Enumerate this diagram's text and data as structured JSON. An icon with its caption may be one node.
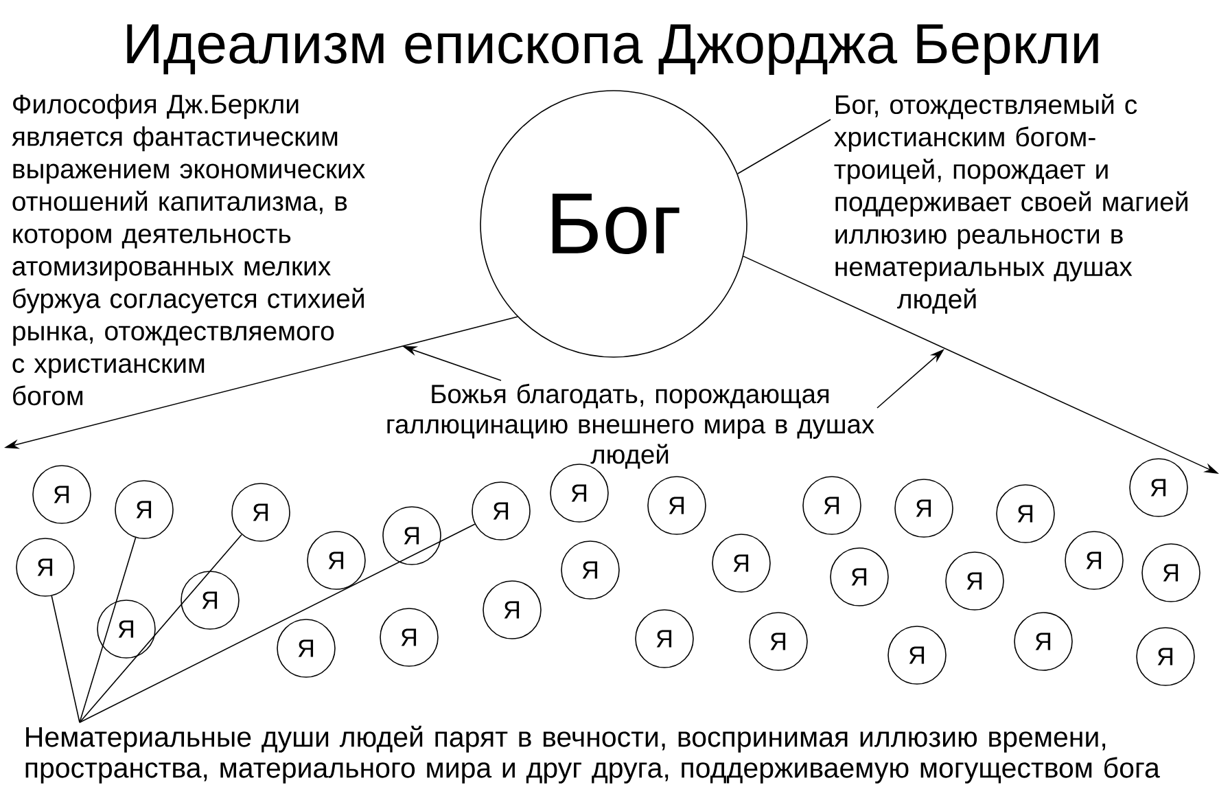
{
  "diagram": {
    "title": "Идеализм епископа Джорджа Беркли",
    "nodes": [
      {
        "text": [
          "Бог"
        ]
      },
      {
        "text": [
          "Бог, отождествляемый с христианским богом-троицей, порождает и поддерживает своей магией иллюзию реальности в нематериальных душах людей"
        ]
      },
      {
        "text": [
          "Божья благодать, порождающая галлюцинацию внешнего мира в душах людей"
        ]
      },
      {
        "text": [
          "Я"
        ]
      },
      {
        "text": [
          "Я"
        ]
      },
      {
        "text": [
          "Я"
        ]
      },
      {
        "text": [
          "Я"
        ]
      },
      {
        "text": [
          "Я"
        ]
      },
      {
        "text": [
          "Я"
        ]
      },
      {
        "text": [
          "Я"
        ]
      },
      {
        "text": [
          "Я"
        ]
      },
      {
        "text": [
          "Я"
        ]
      },
      {
        "text": [
          "Я"
        ]
      },
      {
        "text": [
          "Я"
        ]
      },
      {
        "text": [
          "Я"
        ]
      },
      {
        "text": [
          "Я"
        ]
      },
      {
        "text": [
          "Я"
        ]
      },
      {
        "text": [
          "Я"
        ]
      },
      {
        "text": [
          "Я"
        ]
      },
      {
        "text": [
          "Я"
        ]
      },
      {
        "text": [
          "Я"
        ]
      },
      {
        "text": [
          "Я"
        ]
      },
      {
        "text": [
          "Я"
        ]
      },
      {
        "text": [
          "Я"
        ]
      },
      {
        "text": [
          "Я"
        ]
      },
      {
        "text": [
          "Я"
        ]
      },
      {
        "text": [
          "Я"
        ]
      },
      {
        "text": [
          "Я"
        ]
      },
      {
        "text": [
          "Я"
        ]
      },
      {
        "text": [
          "Я"
        ]
      },
      {
        "text": [
          "Я"
        ]
      },
      {
        "text": [
          "Я"
        ]
      },
      {
        "text": [
          "Нематериальные души людей парят в вечности, воспринимая иллюзию времени, пространства, материального мира и друг друга, поддерживаемую могуществом бога"
        ]
      }
    ],
    "edges": [
      {
        "from": 1,
        "to": 0,
        "arrow": "none"
      },
      {
        "from": 0,
        "to": null,
        "arrow": "to"
      },
      {
        "from": 0,
        "to": null,
        "arrow": "to"
      },
      {
        "from": 2,
        "to": null,
        "arrow": "to"
      },
      {
        "from": 2,
        "to": null,
        "arrow": "to"
      },
      {
        "from": 32,
        "to": 3,
        "arrow": "none"
      },
      {
        "from": 32,
        "to": 6,
        "arrow": "none"
      },
      {
        "from": 32,
        "to": 8,
        "arrow": "none"
      },
      {
        "from": 32,
        "to": 13,
        "arrow": "none"
      }
    ],
    "labels": [
      "Философия Дж.Беркли является фантастическим выражением экономических отношений капитализма, в котором деятельность атомизированных мелких буржуа согласуется стихией рынка, отождествляемого с христианским богом"
    ]
  }
}
